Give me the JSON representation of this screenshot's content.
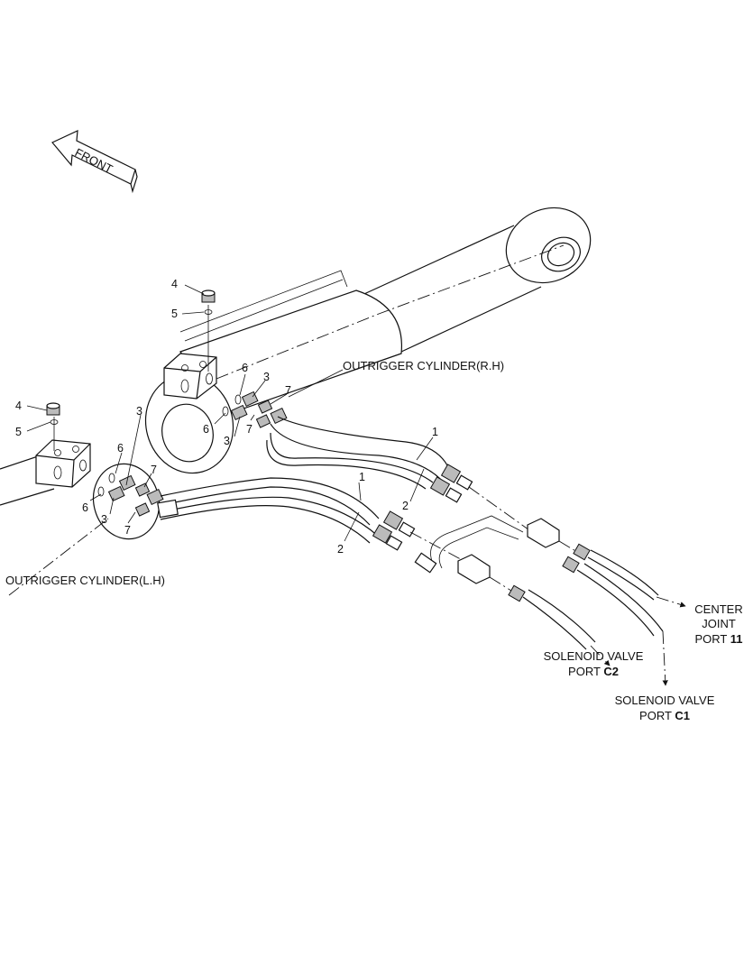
{
  "front_arrow": {
    "label": "FRONT"
  },
  "cylinders": {
    "right": "OUTRIGGER CYLINDER(R.H)",
    "left": "OUTRIGGER CYLINDER(L.H)"
  },
  "callouts": {
    "r4": "4",
    "r5": "5",
    "r6a": "6",
    "r3a": "3",
    "r7a": "7",
    "r6b": "6",
    "r3b": "3",
    "r7b": "7",
    "l4": "4",
    "l5": "5",
    "l6a": "6",
    "l3a": "3",
    "l7a": "7",
    "l6b": "6",
    "l3b": "3",
    "l7b": "7",
    "h1r": "1",
    "h2r": "2",
    "h1l": "1",
    "h2l": "2"
  },
  "destinations": {
    "center_joint": {
      "line1": "CENTER",
      "line2": "JOINT",
      "line3_prefix": "PORT ",
      "line3_bold": "11"
    },
    "sv_c2": {
      "line1": "SOLENOID VALVE",
      "line2_prefix": "PORT ",
      "line2_bold": "C2"
    },
    "sv_c1": {
      "line1": "SOLENOID VALVE",
      "line2_prefix": "PORT ",
      "line2_bold": "C1"
    }
  }
}
